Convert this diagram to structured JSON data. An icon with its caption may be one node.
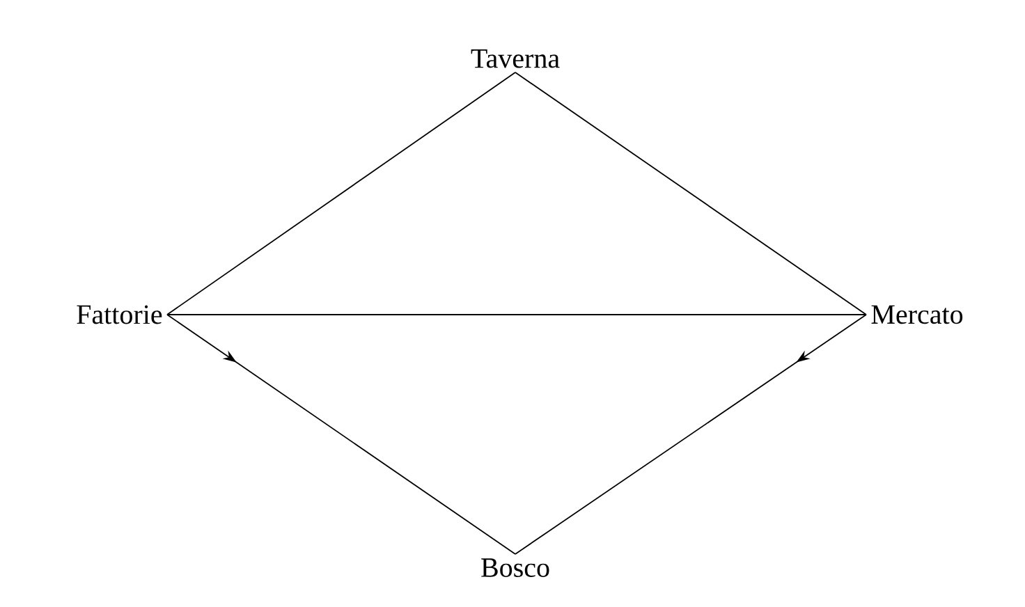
{
  "diagram": {
    "nodes": [
      {
        "text": [
          "Taverna"
        ]
      },
      {
        "text": [
          "Fattorie"
        ]
      },
      {
        "text": [
          "Mercato"
        ]
      },
      {
        "text": [
          "Bosco"
        ]
      }
    ],
    "edges": [
      {
        "from": 0,
        "to": 1,
        "arrow": "none"
      },
      {
        "from": 0,
        "to": 2,
        "arrow": "none"
      },
      {
        "from": 1,
        "to": 2,
        "arrow": "none"
      },
      {
        "from": 1,
        "to": 3,
        "arrow": "to"
      },
      {
        "from": 2,
        "to": 3,
        "arrow": "to"
      }
    ]
  }
}
